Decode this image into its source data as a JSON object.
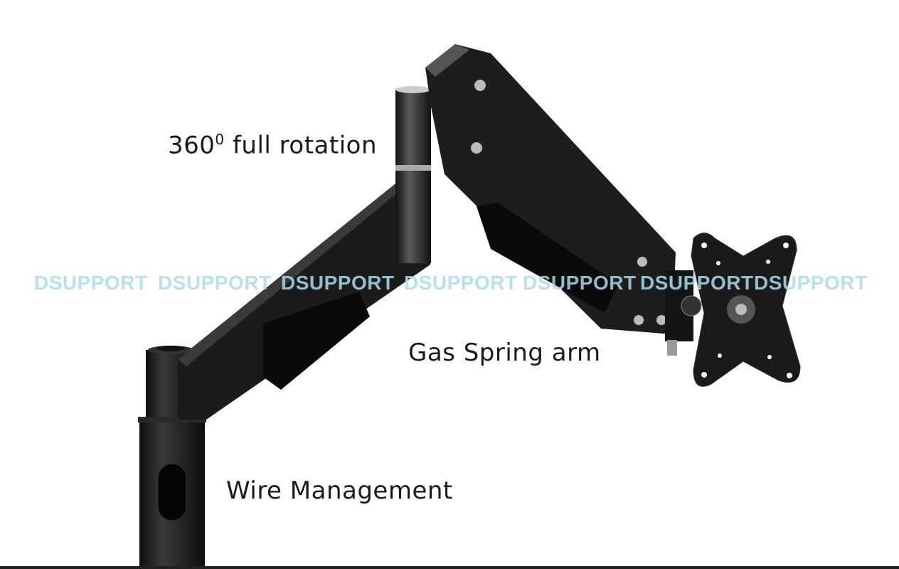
{
  "labels": {
    "rotation_main": "360",
    "rotation_degree": "0",
    "rotation_rest": " full rotation",
    "gas_spring": "Gas Spring arm",
    "wire_management": "Wire Management"
  },
  "watermark": {
    "text": "DSUPPORT",
    "repeat": 7,
    "color": "#a9dcef"
  },
  "product": {
    "color": "#1c1c1c",
    "type": "monitor arm"
  }
}
